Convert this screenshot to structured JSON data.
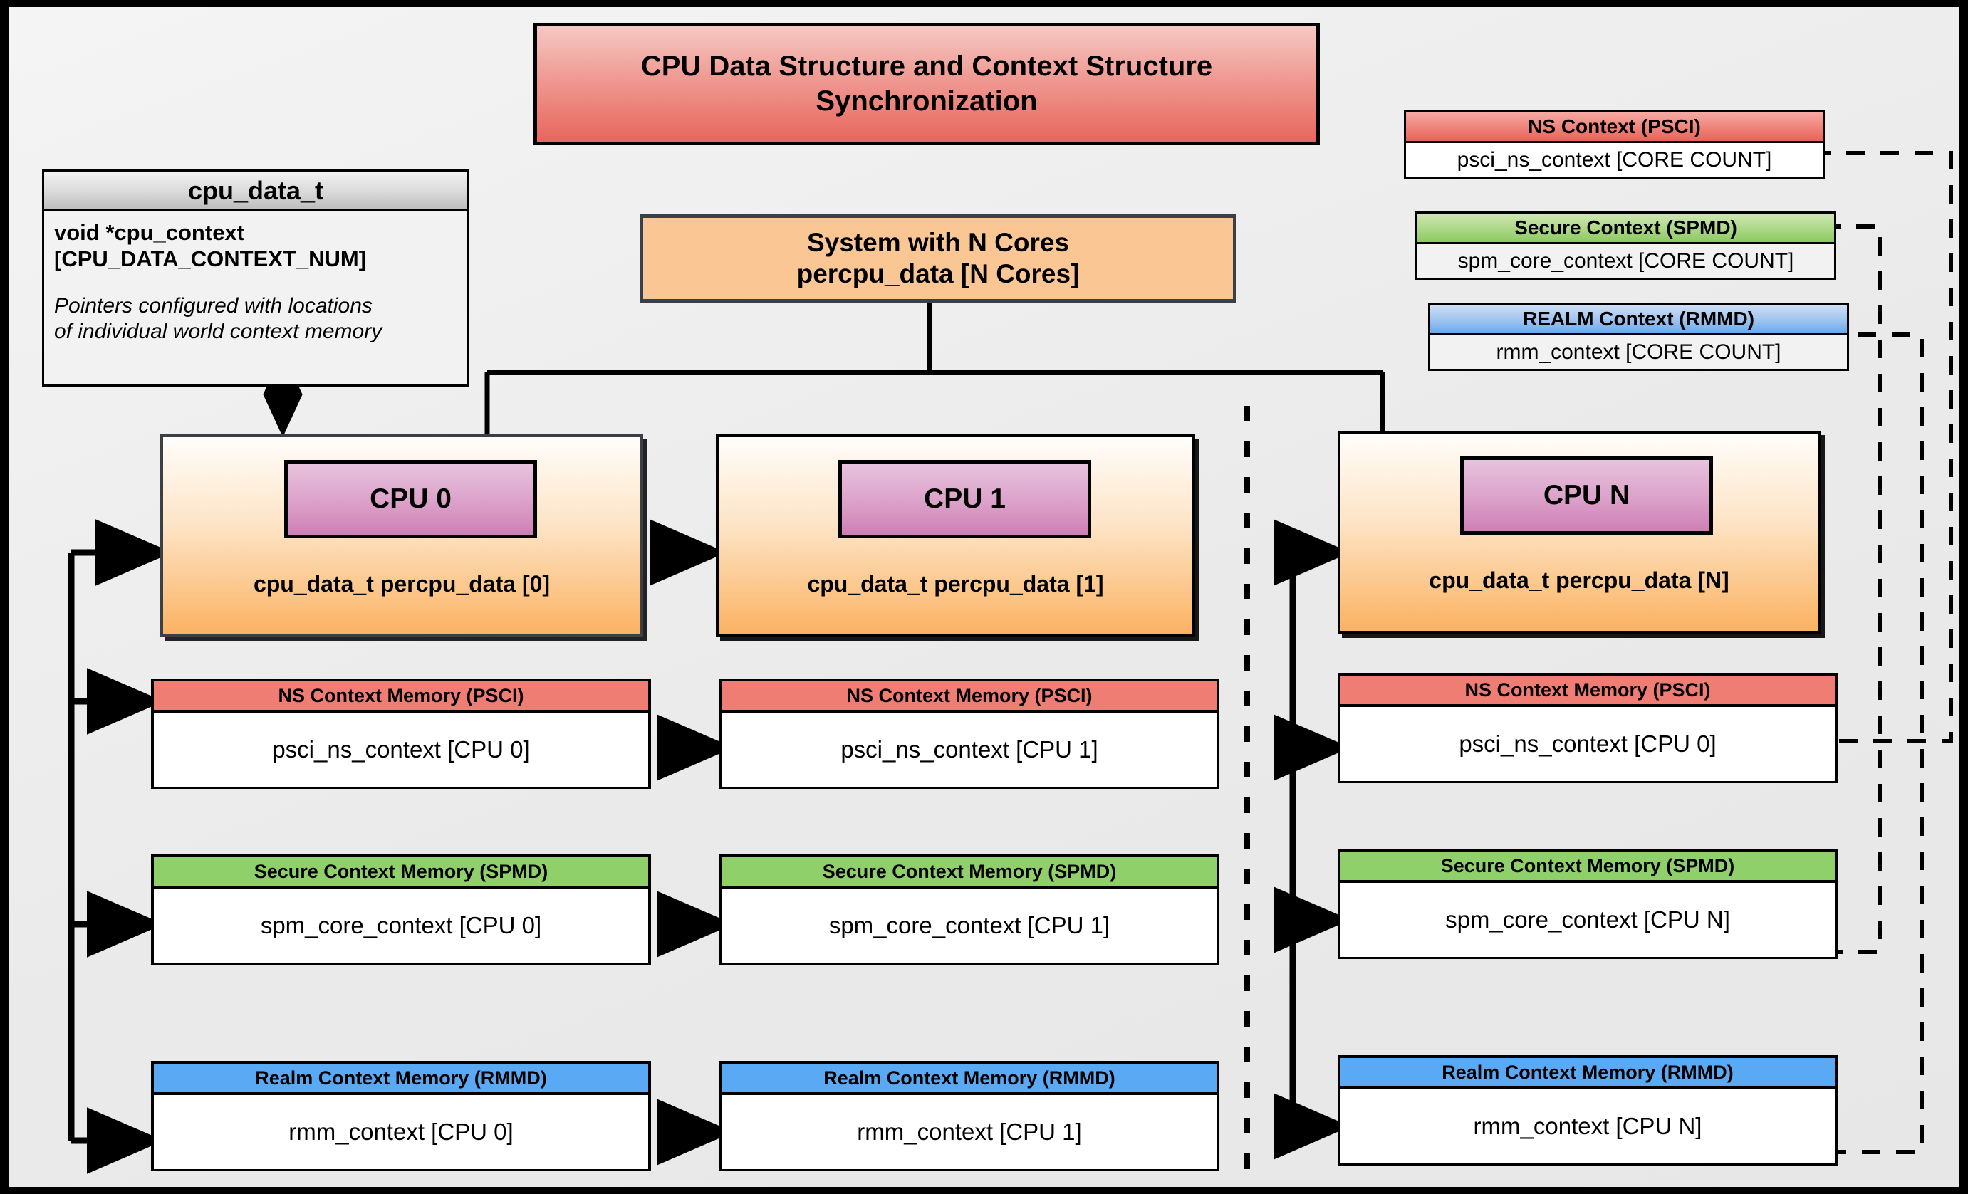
{
  "title": {
    "line1": "CPU Data Structure and Context Structure",
    "line2": "Synchronization"
  },
  "struct": {
    "name": "cpu_data_t",
    "field": "void  *cpu_context\n[CPU_DATA_CONTEXT_NUM]",
    "field_line1": "void  *cpu_context",
    "field_line2": "[CPU_DATA_CONTEXT_NUM]",
    "note_line1": "Pointers configured with locations",
    "note_line2": "of individual world context memory"
  },
  "system": {
    "line1": "System with N Cores",
    "line2": "percpu_data [N Cores]"
  },
  "global_contexts": [
    {
      "header": "NS Context  (PSCI)",
      "value": "psci_ns_context [CORE COUNT]",
      "color": "red"
    },
    {
      "header": "Secure Context (SPMD)",
      "value": "spm_core_context [CORE COUNT]",
      "color": "green"
    },
    {
      "header": "REALM Context (RMMD)",
      "value": "rmm_context [CORE COUNT]",
      "color": "blue"
    }
  ],
  "cpus": [
    {
      "chip": "CPU 0",
      "caption": "cpu_data_t percpu_data [0]",
      "contexts": [
        {
          "header": "NS Context Memory (PSCI)",
          "value": "psci_ns_context [CPU 0]",
          "color": "red"
        },
        {
          "header": "Secure Context Memory (SPMD)",
          "value": "spm_core_context [CPU 0]",
          "color": "green"
        },
        {
          "header": "Realm Context Memory (RMMD)",
          "value": "rmm_context [CPU 0]",
          "color": "blue"
        }
      ]
    },
    {
      "chip": "CPU 1",
      "caption": "cpu_data_t percpu_data [1]",
      "contexts": [
        {
          "header": "NS Context Memory (PSCI)",
          "value": "psci_ns_context [CPU 1]",
          "color": "red"
        },
        {
          "header": "Secure Context Memory (SPMD)",
          "value": "spm_core_context [CPU 1]",
          "color": "green"
        },
        {
          "header": "Realm Context Memory (RMMD)",
          "value": "rmm_context [CPU 1]",
          "color": "blue"
        }
      ]
    },
    {
      "chip": "CPU N",
      "caption": "cpu_data_t percpu_data [N]",
      "contexts": [
        {
          "header": "NS Context Memory (PSCI)",
          "value": "psci_ns_context [CPU 0]",
          "color": "red"
        },
        {
          "header": "Secure Context Memory (SPMD)",
          "value": "spm_core_context [CPU N]",
          "color": "green"
        },
        {
          "header": "Realm Context Memory (RMMD)",
          "value": "rmm_context [CPU N]",
          "color": "blue"
        }
      ]
    }
  ],
  "colors": {
    "ns_red": "#ef7d74",
    "secure_green": "#8fd06a",
    "realm_blue": "#5aa9f5",
    "cpu_orange": "#fbb262",
    "cpu_chip_pink": "#cf7fb6",
    "title_red": "#e8665d",
    "background": "#eaeaea",
    "frame_black": "#000000"
  }
}
